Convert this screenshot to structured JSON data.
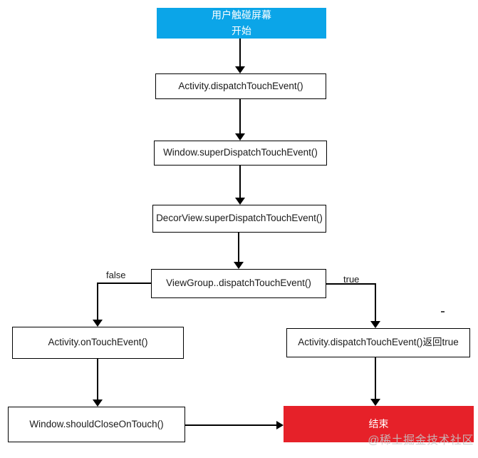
{
  "diagram": {
    "nodes": {
      "start": {
        "line1": "用户触碰屏幕",
        "line2": "开始"
      },
      "activity_dispatch": {
        "label": "Activity.dispatchTouchEvent()"
      },
      "window_super_dispatch": {
        "label": "Window.superDispatchTouchEvent()"
      },
      "decorview_super_dispatch": {
        "label": "DecorView.superDispatchTouchEvent()"
      },
      "viewgroup_dispatch": {
        "label": "ViewGroup..dispatchTouchEvent()"
      },
      "activity_ontouch": {
        "label": "Activity.onTouchEvent()"
      },
      "activity_dispatch_return_true": {
        "label": "Activity.dispatchTouchEvent()返回true"
      },
      "window_should_close": {
        "label": "Window.shouldCloseOnTouch()"
      },
      "end": {
        "label": "结束"
      }
    },
    "edge_labels": {
      "false_branch": "false",
      "true_branch": "true"
    },
    "watermark": "@稀土掘金技术社区",
    "colors": {
      "start_fill": "#0ba5e8",
      "end_fill": "#e62129",
      "line": "#000000",
      "box_border": "#000000",
      "watermark_gray": "#c5c5c5"
    }
  }
}
